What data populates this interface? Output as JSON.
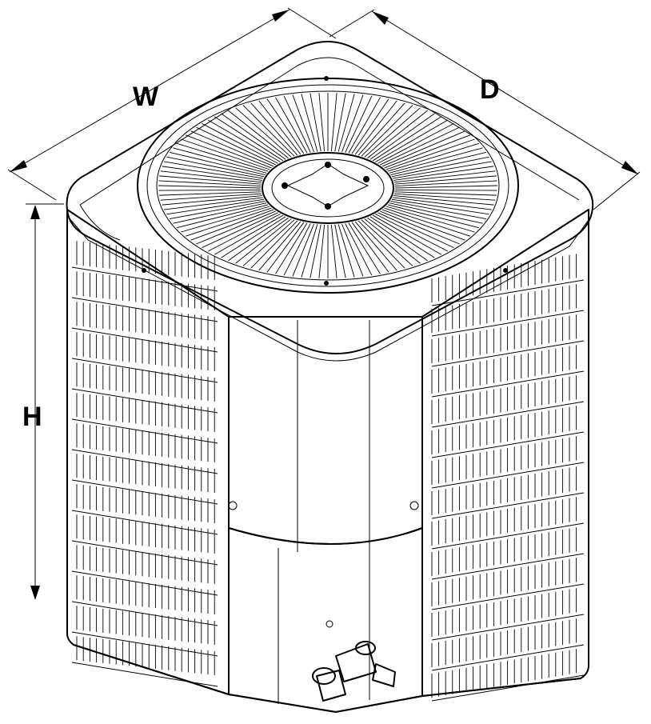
{
  "dimensions": {
    "width_label": "W",
    "depth_label": "D",
    "height_label": "H"
  }
}
